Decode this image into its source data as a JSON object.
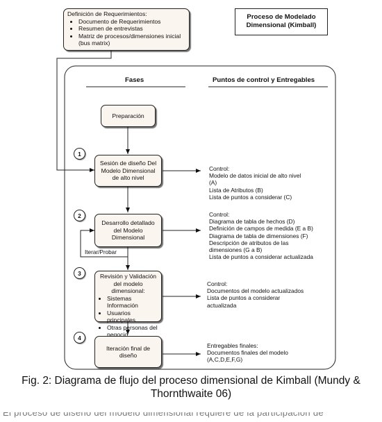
{
  "title_box": {
    "line1": "Proceso de Modelado",
    "line2": "Dimensional (Kimball)"
  },
  "requirements": {
    "heading": "Definición de Requerimientos:",
    "items": [
      "Documento de Requerimientos",
      "Resumen de entrevistas",
      "Matriz de procesos/dimensiones inicial (bus matrix)"
    ]
  },
  "headers": {
    "phases": "Fases",
    "checkpoints": "Puntos de control y Entregables"
  },
  "steps": {
    "prep": "Preparación",
    "s1": "Sesión de diseño Del Modelo Dimensional de alto nivel",
    "s2": "Desarrollo detallado del Modelo Dimensional",
    "s3": {
      "heading": "Revisión y Validación del modelo dimensional:",
      "items": [
        "Sistemas Información",
        "Usuarios principales",
        "Otras personas del negocio"
      ]
    },
    "s4": "Iteración final de diseño"
  },
  "numbers": [
    "1",
    "2",
    "3",
    "4"
  ],
  "loop_label": "Iterar/Probar",
  "notes": {
    "n1": [
      "Control:",
      "Modelo de datos inicial de alto nivel",
      "(A)",
      "Lista de Atributos (B)",
      "Lista de puntos a considerar (C)"
    ],
    "n2": [
      "Control:",
      "Diagrama de tabla de hechos (D)",
      "Definición de campos de medida (E a B)",
      "Diagrama de tabla de dimensiones (F)",
      "Descripción de atributos de las",
      "dimensiones (G a B)",
      "Lista de puntos a considerar actualizada"
    ],
    "n3": [
      "Control:",
      "Documentos del modelo actualizados",
      "Lista de puntos a considerar",
      "actualizada"
    ],
    "n4": [
      "Entregables finales:",
      "Documentos finales del modelo",
      "(A,C,D,E,F,G)"
    ]
  },
  "caption": {
    "line1": "Fig. 2: Diagrama de flujo del proceso dimensional de Kimball (Mundy &",
    "line2": "Thornthwaite 06)"
  },
  "cut_text": "El proceso de diseño del modelo dimensional requiere de la participación de"
}
